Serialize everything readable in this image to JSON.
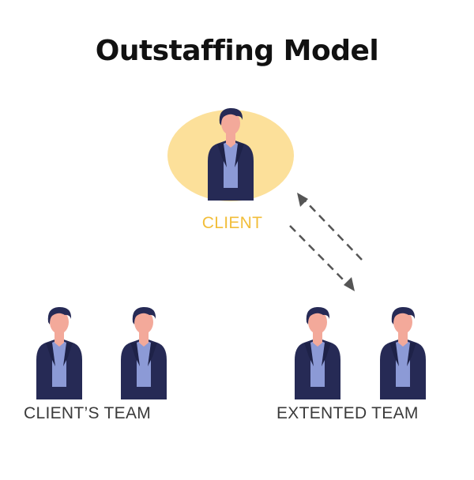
{
  "title": "Outstaffing Model",
  "labels": {
    "client": "CLIENT",
    "clients_team": "CLIENT’S TEAM",
    "extended_team": "EXTENTED TEAM"
  },
  "colors": {
    "client_highlight": "#FCE09A",
    "client_label": "#F2BE3A",
    "suit": "#262A55",
    "shirt": "#8C9AD6",
    "skin": "#F3A99A",
    "hair": "#262A55",
    "arrow": "#555555"
  },
  "icons": [
    "person-icon",
    "bidirectional-arrow-icon"
  ]
}
